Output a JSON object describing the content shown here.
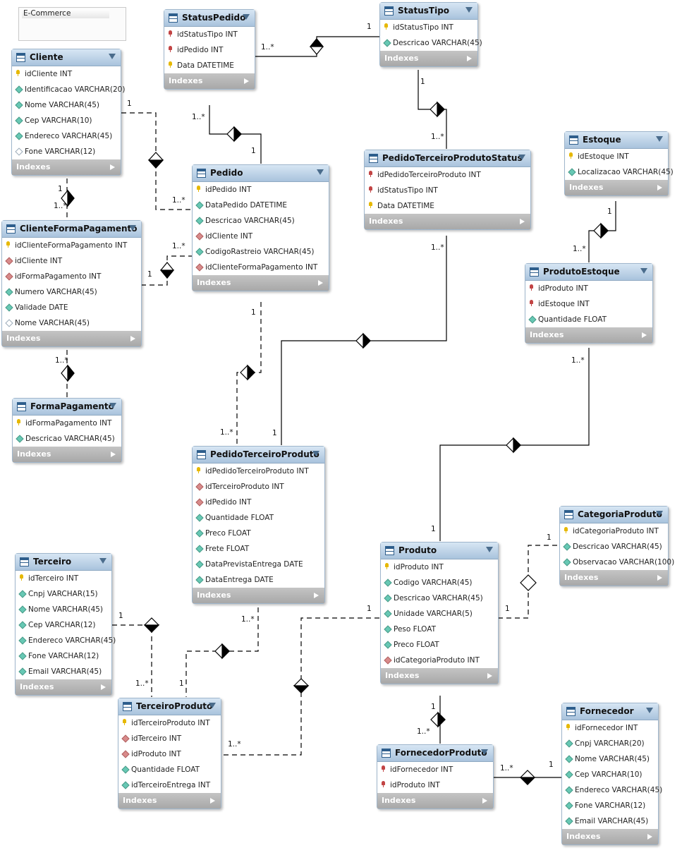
{
  "diagram_title": "E-Commerce",
  "indexes_label": "Indexes",
  "colors": {
    "header": "#a9c3dd",
    "footer": "#b3b3b3",
    "pk": "#e6b800",
    "fk": "#c24444",
    "attr": "#67c8b4",
    "line": "#000000"
  },
  "entities": {
    "statuspedido": {
      "title": "StatusPedido",
      "cols": [
        {
          "t": "k",
          "name": "idStatusTipo INT"
        },
        {
          "t": "k",
          "name": "idPedido INT"
        },
        {
          "t": "p",
          "name": "Data DATETIME"
        }
      ]
    },
    "statustipo": {
      "title": "StatusTipo",
      "cols": [
        {
          "t": "p",
          "name": "idStatusTipo INT"
        },
        {
          "t": "d",
          "name": "Descricao VARCHAR(45)"
        }
      ]
    },
    "cliente": {
      "title": "Cliente",
      "cols": [
        {
          "t": "p",
          "name": "idCliente INT"
        },
        {
          "t": "d",
          "name": "Identificacao VARCHAR(20)"
        },
        {
          "t": "d",
          "name": "Nome VARCHAR(45)"
        },
        {
          "t": "d",
          "name": "Cep VARCHAR(10)"
        },
        {
          "t": "d",
          "name": "Endereco VARCHAR(45)"
        },
        {
          "t": "e",
          "name": "Fone VARCHAR(12)"
        }
      ]
    },
    "pedido": {
      "title": "Pedido",
      "cols": [
        {
          "t": "p",
          "name": "idPedido INT"
        },
        {
          "t": "d",
          "name": "DataPedido DATETIME"
        },
        {
          "t": "d",
          "name": "Descricao VARCHAR(45)"
        },
        {
          "t": "r",
          "name": "idCliente INT"
        },
        {
          "t": "d",
          "name": "CodigoRastreio VARCHAR(45)"
        },
        {
          "t": "r",
          "name": "idClienteFormaPagamento INT"
        }
      ]
    },
    "pedidoterceiroprodutostatus": {
      "title": "PedidoTerceiroProdutoStatus",
      "cols": [
        {
          "t": "k",
          "name": "idPedidoTerceiroProduto INT"
        },
        {
          "t": "k",
          "name": "idStatusTipo INT"
        },
        {
          "t": "p",
          "name": "Data DATETIME"
        }
      ]
    },
    "estoque": {
      "title": "Estoque",
      "cols": [
        {
          "t": "p",
          "name": "idEstoque INT"
        },
        {
          "t": "d",
          "name": "Localizacao VARCHAR(45)"
        }
      ]
    },
    "clienteformapagamento": {
      "title": "ClienteFormaPagamento",
      "cols": [
        {
          "t": "p",
          "name": "idClienteFormaPagamento INT"
        },
        {
          "t": "r",
          "name": "idCliente INT"
        },
        {
          "t": "r",
          "name": "idFormaPagamento INT"
        },
        {
          "t": "d",
          "name": "Numero VARCHAR(45)"
        },
        {
          "t": "d",
          "name": "Validade DATE"
        },
        {
          "t": "e",
          "name": "Nome VARCHAR(45)"
        }
      ]
    },
    "produtoestoque": {
      "title": "ProdutoEstoque",
      "cols": [
        {
          "t": "k",
          "name": "idProduto INT"
        },
        {
          "t": "k",
          "name": "idEstoque INT"
        },
        {
          "t": "d",
          "name": "Quantidade FLOAT"
        }
      ]
    },
    "formapagamento": {
      "title": "FormaPagamento",
      "cols": [
        {
          "t": "p",
          "name": "idFormaPagamento INT"
        },
        {
          "t": "d",
          "name": "Descricao VARCHAR(45)"
        }
      ]
    },
    "pedidoterceiroproduto": {
      "title": "PedidoTerceiroProduto",
      "cols": [
        {
          "t": "p",
          "name": "idPedidoTerceiroProduto INT"
        },
        {
          "t": "r",
          "name": "idTerceiroProduto INT"
        },
        {
          "t": "r",
          "name": "idPedido INT"
        },
        {
          "t": "d",
          "name": "Quantidade FLOAT"
        },
        {
          "t": "d",
          "name": "Preco FLOAT"
        },
        {
          "t": "d",
          "name": "Frete FLOAT"
        },
        {
          "t": "d",
          "name": "DataPrevistaEntrega DATE"
        },
        {
          "t": "d",
          "name": "DataEntrega DATE"
        }
      ]
    },
    "categoriaproduto": {
      "title": "CategoriaProduto",
      "cols": [
        {
          "t": "p",
          "name": "idCategoriaProduto INT"
        },
        {
          "t": "d",
          "name": "Descricao VARCHAR(45)"
        },
        {
          "t": "d",
          "name": "Observacao VARCHAR(100)"
        }
      ]
    },
    "terceiro": {
      "title": "Terceiro",
      "cols": [
        {
          "t": "p",
          "name": "idTerceiro INT"
        },
        {
          "t": "d",
          "name": "Cnpj VARCHAR(15)"
        },
        {
          "t": "d",
          "name": "Nome VARCHAR(45)"
        },
        {
          "t": "d",
          "name": "Cep VARCHAR(12)"
        },
        {
          "t": "d",
          "name": "Endereco VARCHAR(45)"
        },
        {
          "t": "d",
          "name": "Fone VARCHAR(12)"
        },
        {
          "t": "d",
          "name": "Email VARCHAR(45)"
        }
      ]
    },
    "produto": {
      "title": "Produto",
      "cols": [
        {
          "t": "p",
          "name": "idProduto INT"
        },
        {
          "t": "d",
          "name": "Codigo VARCHAR(45)"
        },
        {
          "t": "d",
          "name": "Descricao VARCHAR(45)"
        },
        {
          "t": "d",
          "name": "Unidade VARCHAR(5)"
        },
        {
          "t": "d",
          "name": "Peso FLOAT"
        },
        {
          "t": "d",
          "name": "Preco FLOAT"
        },
        {
          "t": "r",
          "name": "idCategoriaProduto INT"
        }
      ]
    },
    "terceiroproduto": {
      "title": "TerceiroProduto",
      "cols": [
        {
          "t": "p",
          "name": "idTerceiroProduto INT"
        },
        {
          "t": "r",
          "name": "idTerceiro INT"
        },
        {
          "t": "r",
          "name": "idProduto INT"
        },
        {
          "t": "d",
          "name": "Quantidade FLOAT"
        },
        {
          "t": "d",
          "name": "idTerceiroEntrega INT"
        }
      ]
    },
    "fornecedorproduto": {
      "title": "FornecedorProduto",
      "cols": [
        {
          "t": "k",
          "name": "idFornecedor INT"
        },
        {
          "t": "k",
          "name": "idProduto INT"
        }
      ]
    },
    "fornecedor": {
      "title": "Fornecedor",
      "cols": [
        {
          "t": "p",
          "name": "idFornecedor INT"
        },
        {
          "t": "d",
          "name": "Cnpj VARCHAR(20)"
        },
        {
          "t": "d",
          "name": "Nome VARCHAR(45)"
        },
        {
          "t": "d",
          "name": "Cep VARCHAR(10)"
        },
        {
          "t": "d",
          "name": "Endereco VARCHAR(45)"
        },
        {
          "t": "d",
          "name": "Fone VARCHAR(12)"
        },
        {
          "t": "d",
          "name": "Email VARCHAR(45)"
        }
      ]
    }
  },
  "cardinalities": {
    "sp_st_many": "1..*",
    "sp_st_one": "1",
    "sp_pe_many": "1..*",
    "sp_pe_one": "1",
    "st_ptps_one": "1",
    "st_ptps_many": "1..*",
    "cl_pe_one": "1",
    "cl_pe_many": "1..*",
    "cl_cfp_one": "1",
    "cl_cfp_many": "1..*",
    "cfp_pe_many": "1..*",
    "cfp_pe_one": "1",
    "cfp_fp_many": "1..*",
    "es_pes_one": "1",
    "es_pes_many": "1..*",
    "ptps_ptp_many": "1..*",
    "pe_ptp_one": "1",
    "ptp_pe_many": "1..*",
    "ptp_ptps_one": "1",
    "pes_pr_many": "1..*",
    "pr_pes_one": "1",
    "pr_cat_one": "1",
    "cat_pr_one": "1",
    "te_tp_one": "1",
    "tp_te_many": "1..*",
    "ptp_tp_many": "1..*",
    "tp_ptp_one": "1",
    "pr_tp_one": "1",
    "tp_pr_many": "1..*",
    "pr_fp_one": "1",
    "fp_pr_many": "1..*",
    "fp_fo_many": "1..*",
    "fo_fp_one": "1"
  }
}
